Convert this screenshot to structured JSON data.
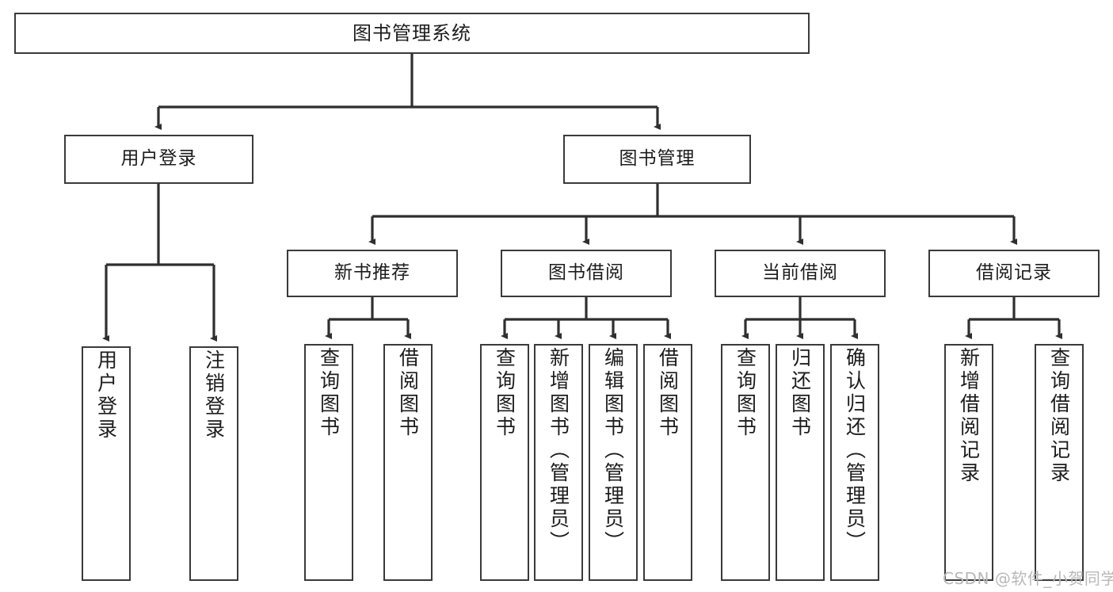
{
  "diagram": {
    "title": "图书管理系统",
    "type": "hierarchy-tree",
    "levels": {
      "root": {
        "label": "图书管理系统"
      },
      "level2": [
        {
          "label": "用户登录"
        },
        {
          "label": "图书管理"
        }
      ],
      "level3": [
        {
          "label": "新书推荐"
        },
        {
          "label": "图书借阅"
        },
        {
          "label": "当前借阅"
        },
        {
          "label": "借阅记录"
        }
      ],
      "leaves": {
        "user_login": [
          {
            "label": "用户登录"
          },
          {
            "label": "注销登录"
          }
        ],
        "new_book_recommend": [
          {
            "label": "查询图书"
          },
          {
            "label": "借阅图书"
          }
        ],
        "book_borrow": [
          {
            "label": "查询图书"
          },
          {
            "label": "新增图书（管理员）"
          },
          {
            "label": "编辑图书（管理员）"
          },
          {
            "label": "借阅图书"
          }
        ],
        "current_borrow": [
          {
            "label": "查询图书"
          },
          {
            "label": "归还图书"
          },
          {
            "label": "确认归还（管理员）"
          }
        ],
        "borrow_record": [
          {
            "label": "新增借阅记录"
          },
          {
            "label": "查询借阅记录"
          }
        ]
      }
    },
    "colors": {
      "border": "#3a3a3a",
      "text": "#1c1c1c",
      "background": "#ffffff",
      "watermark": "#b8b8b8"
    }
  },
  "watermark": {
    "text": "CSDN @软件_小贺同学"
  }
}
